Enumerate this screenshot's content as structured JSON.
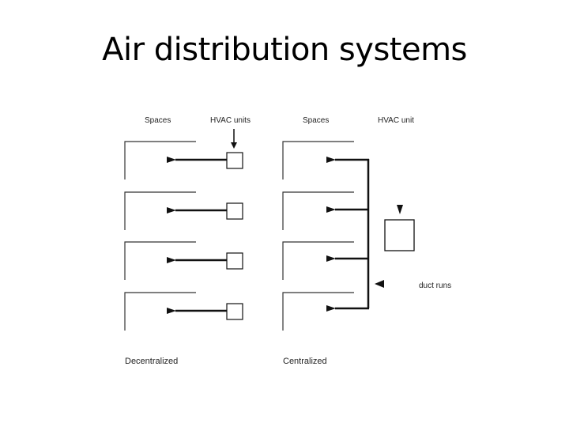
{
  "title": "Air distribution systems",
  "decentralized": {
    "spaces_label": "Spaces",
    "units_label": "HVAC units",
    "caption": "Decentralized",
    "space_count": 4,
    "unit_count": 4
  },
  "centralized": {
    "spaces_label": "Spaces",
    "unit_label": "HVAC unit",
    "ducts_label": "duct runs",
    "caption": "Centralized",
    "space_count": 4
  },
  "colors": {
    "line": "#111111",
    "space_outline": "#333333"
  }
}
